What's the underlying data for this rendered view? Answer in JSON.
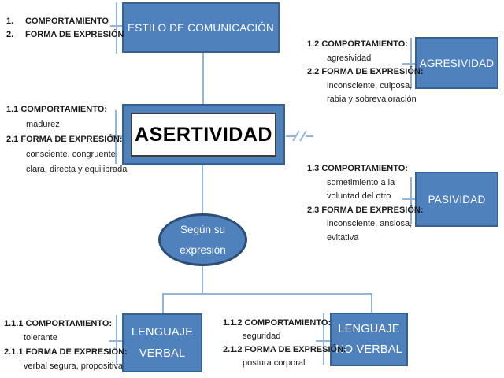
{
  "colors": {
    "box_fill": "#4f81bd",
    "box_border": "#38618f",
    "connector": "#95b3d7",
    "ellipse_border": "#2c4d75",
    "inner_box_border": "#3c3c3c",
    "text": "#1b1b1b"
  },
  "legend": {
    "items": [
      {
        "num": "1.",
        "label": "COMPORTAMIENTO"
      },
      {
        "num": "2.",
        "label": "FORMA DE EXPRESIÓN"
      }
    ]
  },
  "nodes": {
    "estilo": {
      "label": "ESTILO DE COMUNICACIÓN"
    },
    "asertividad": {
      "label": "ASERTIVIDAD"
    },
    "agresividad": {
      "label": "AGRESIVIDAD"
    },
    "pasividad": {
      "label": "PASIVIDAD"
    },
    "segun_expresion": {
      "label": "Según su expresión"
    },
    "lenguaje_verbal": {
      "label": "LENGUAJE VERBAL"
    },
    "lenguaje_no_verbal": {
      "label": "LENGUAJE NO VERBAL"
    }
  },
  "blocks": {
    "asertividad": {
      "lines": [
        {
          "t": "1.1 COMPORTAMIENTO:"
        },
        {
          "t": "madurez"
        },
        {
          "t": "2.1 FORMA DE EXPRESIÓN:"
        },
        {
          "t": "consciente, congruente,"
        },
        {
          "t": "clara, directa y equilibrada"
        }
      ]
    },
    "agresividad": {
      "lines": [
        {
          "t": "1.2 COMPORTAMIENTO:"
        },
        {
          "t": "agresividad"
        },
        {
          "t": "2.2 FORMA DE EXPRESIÓN:"
        },
        {
          "t": "inconsciente, culposa,"
        },
        {
          "t": "rabia y sobrevaloración"
        }
      ]
    },
    "pasividad": {
      "lines": [
        {
          "t": "1.3 COMPORTAMIENTO:"
        },
        {
          "t": "sometimiento a la"
        },
        {
          "t": "voluntad del otro"
        },
        {
          "t": "2.3 FORMA DE EXPRESIÓN:"
        },
        {
          "t": "inconsciente, ansiosa,"
        },
        {
          "t": "evitativa"
        }
      ]
    },
    "lenguaje_verbal": {
      "lines": [
        {
          "t": "1.1.1 COMPORTAMIENTO:"
        },
        {
          "t": "tolerante"
        },
        {
          "t": "2.1.1 FORMA DE EXPRESIÓN:"
        },
        {
          "t": "verbal segura, propositiva"
        }
      ]
    },
    "lenguaje_no_verbal": {
      "lines": [
        {
          "t": "1.1.2 COMPORTAMIENTO:"
        },
        {
          "t": "seguridad"
        },
        {
          "t": "2.1.2 FORMA DE EXPRESIÓN:"
        },
        {
          "t": "postura corporal"
        }
      ]
    }
  }
}
